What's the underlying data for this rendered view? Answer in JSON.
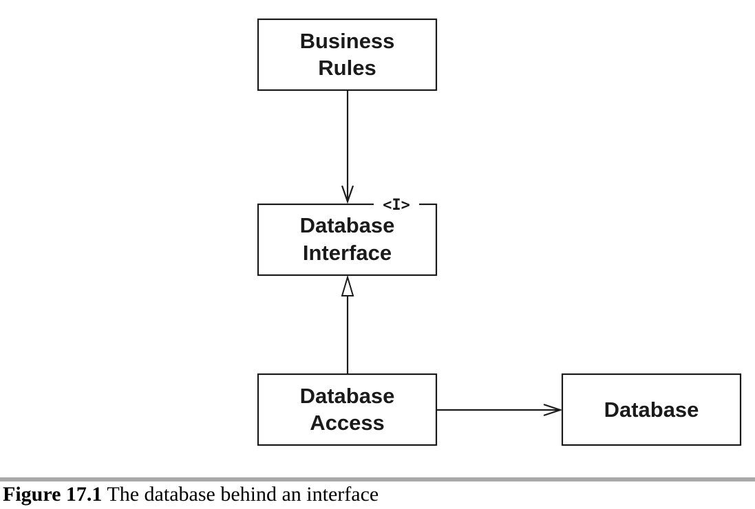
{
  "diagram": {
    "nodes": {
      "business_rules": {
        "lines": [
          "Business",
          "Rules"
        ]
      },
      "database_interface": {
        "lines": [
          "Database",
          "Interface"
        ],
        "stereotype": "<I>"
      },
      "database_access": {
        "lines": [
          "Database",
          "Access"
        ]
      },
      "database": {
        "lines": [
          "Database"
        ]
      }
    },
    "edges": [
      {
        "from": "business_rules",
        "to": "database_interface",
        "type": "dependency"
      },
      {
        "from": "database_access",
        "to": "database_interface",
        "type": "realization"
      },
      {
        "from": "database_access",
        "to": "database",
        "type": "dependency"
      }
    ]
  },
  "caption": {
    "figure_number": "Figure 17.1",
    "text": "The database behind an interface"
  }
}
